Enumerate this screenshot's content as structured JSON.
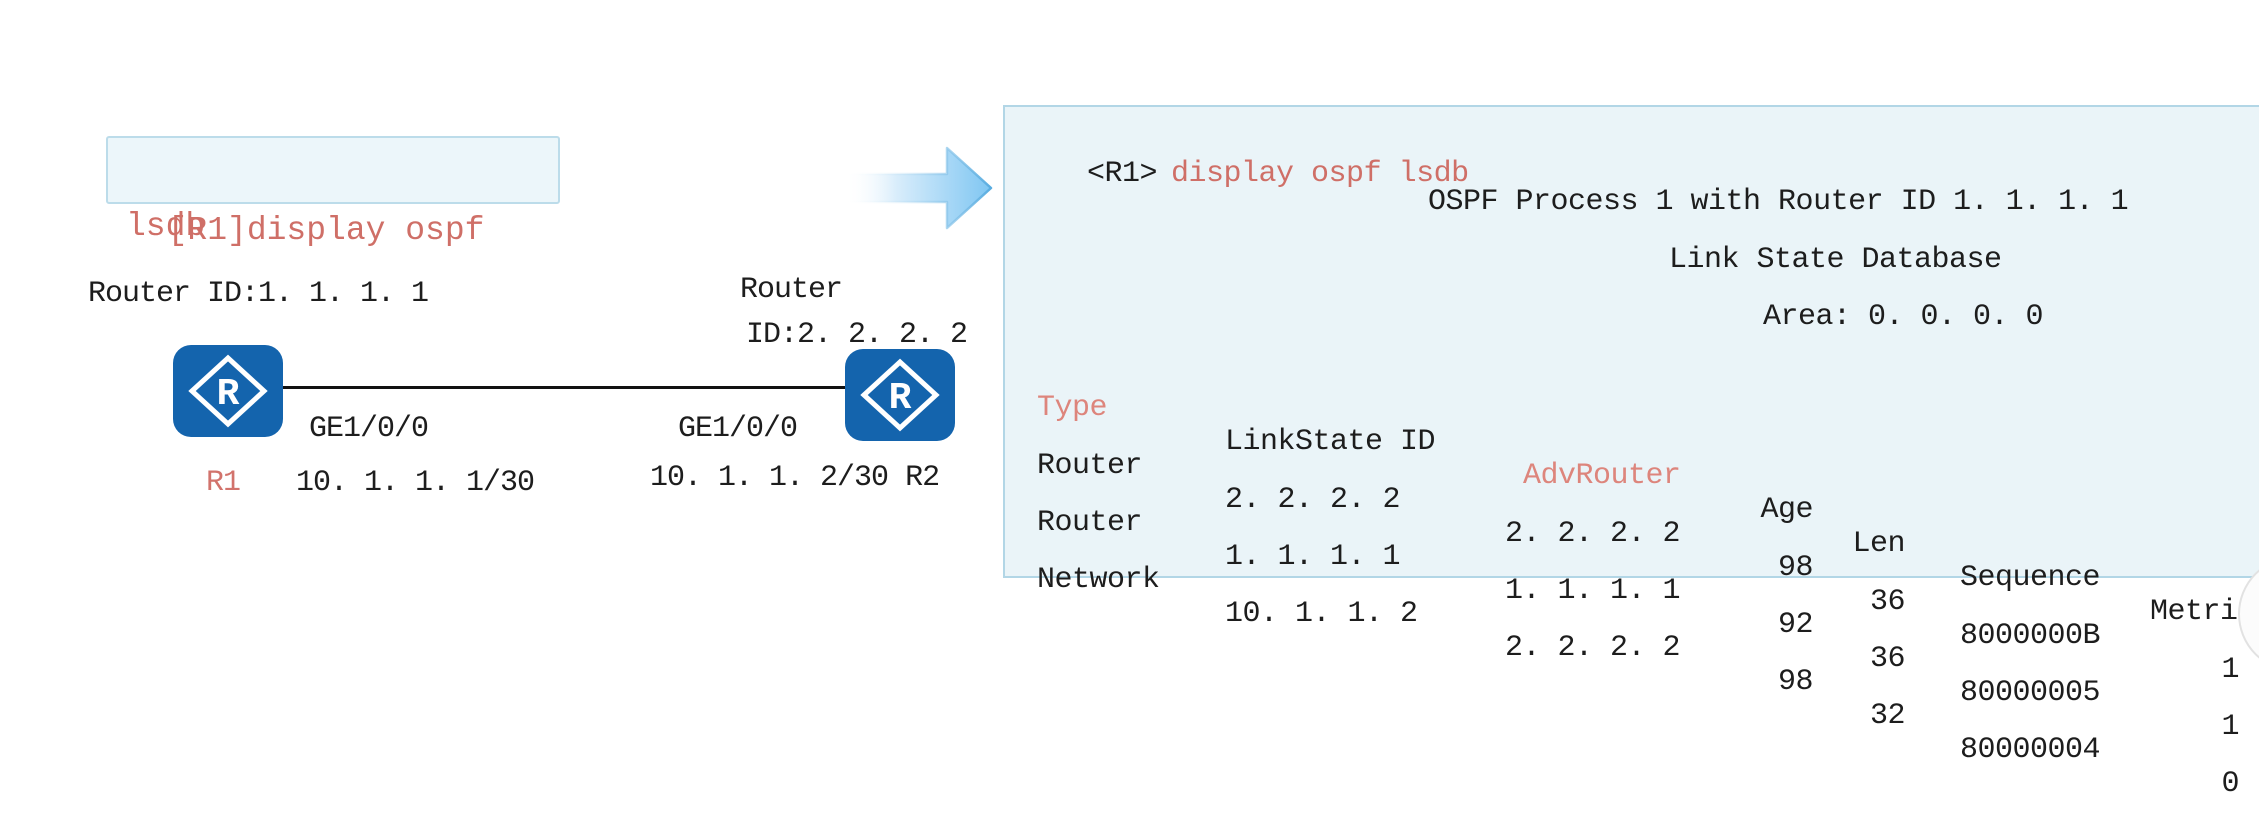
{
  "colors": {
    "accent_red": "#cf6f67",
    "table_header_red": "#dd857c",
    "router_blue": "#1464ad",
    "panel_bg": "#eaf4f8",
    "panel_border": "#b2d6e6",
    "arrow_blue": "#7fc6f2",
    "link_black": "#111111"
  },
  "diagram": {
    "command_box": {
      "line1": "[R1]display ospf",
      "line2": "lsdb"
    },
    "r1": {
      "router_id_label": "Router ID:1. 1. 1. 1",
      "name": "R1",
      "interface_label": "GE1/0/0",
      "ip_label": "10. 1. 1. 1/30",
      "icon_letter": "R"
    },
    "r2": {
      "router_id_line1": "Router",
      "router_id_line2": "ID:2. 2. 2. 2",
      "name": "R2",
      "interface_label": "GE1/0/0",
      "ip_label": "10. 1. 1. 2/30",
      "icon_letter": "R"
    }
  },
  "terminal": {
    "prompt": "<R1>",
    "command": "display ospf lsdb",
    "process_line": "OSPF Process 1 with Router ID 1. 1. 1. 1",
    "db_title": "Link State Database",
    "area_line": "Area: 0. 0. 0. 0",
    "table": {
      "headers": [
        "Type",
        "LinkState ID",
        "AdvRouter",
        "Age",
        "Len",
        "Sequence",
        "Metric"
      ],
      "rows": [
        [
          "Router",
          "2. 2. 2. 2",
          "2. 2. 2. 2",
          "98",
          "36",
          "8000000B",
          "1"
        ],
        [
          "Router",
          "1. 1. 1. 1",
          "1. 1. 1. 1",
          "92",
          "36",
          "80000005",
          "1"
        ],
        [
          "Network",
          "10. 1. 1. 2",
          "2. 2. 2. 2",
          "98",
          "32",
          "80000004",
          "0"
        ]
      ]
    }
  }
}
